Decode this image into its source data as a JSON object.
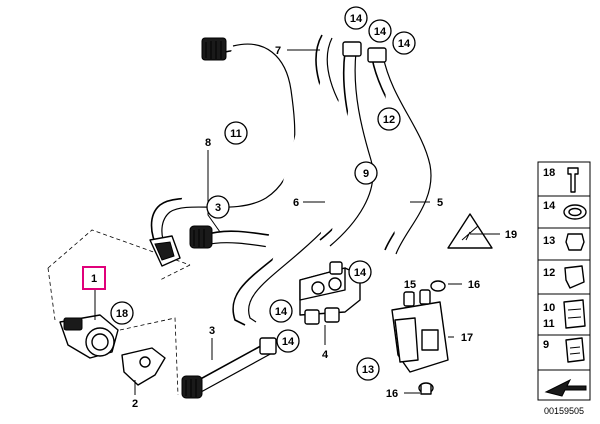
{
  "callouts": {
    "c14a": "14",
    "c14b": "14",
    "c14c": "14",
    "c11": "11",
    "c12": "12",
    "c9": "9",
    "c3": "3",
    "c18": "18",
    "c14d": "14",
    "c14e": "14",
    "c14f": "14",
    "c13": "13"
  },
  "labels": {
    "l7": "7",
    "l8": "8",
    "l6": "6",
    "l5": "5",
    "l19": "19",
    "l1": "1",
    "l2": "2",
    "l3": "3",
    "l4": "4",
    "l15": "15",
    "l16a": "16",
    "l17": "17",
    "l16b": "16"
  },
  "legend": {
    "items": [
      "18",
      "14",
      "13",
      "12",
      "10",
      "11",
      "9"
    ]
  },
  "reference_number": "00159505"
}
